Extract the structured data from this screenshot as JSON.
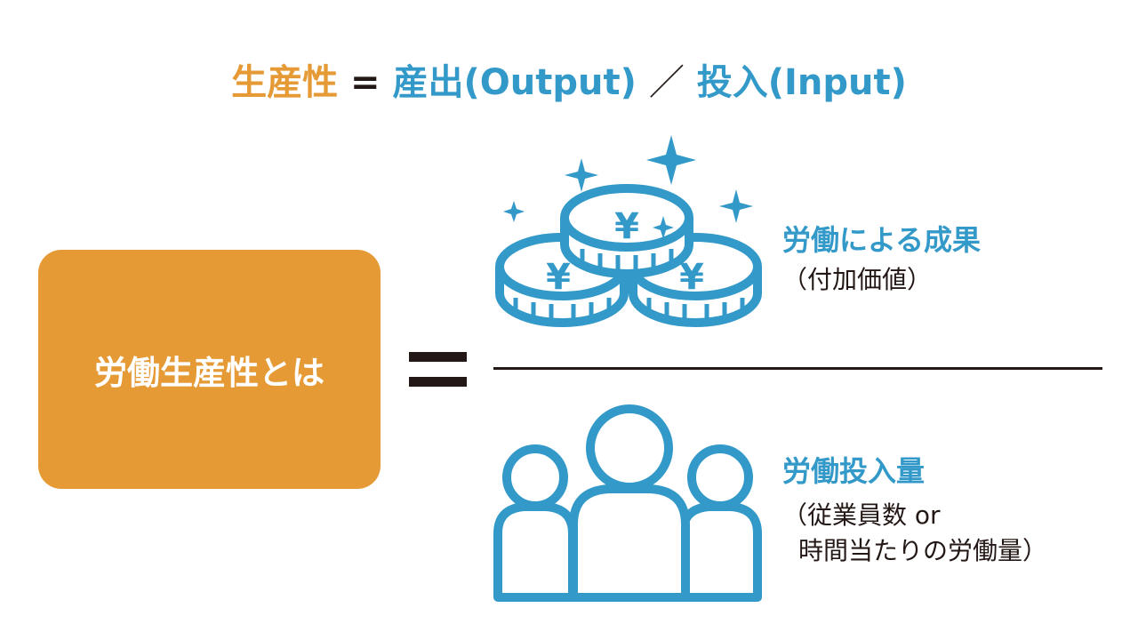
{
  "title": {
    "productivity": "生産性",
    "equals": "=",
    "output": "産出(Output)",
    "slash": "／",
    "input": "投入(Input)"
  },
  "box_label": "労働生産性とは",
  "numerator": {
    "label": "労働による成果",
    "sub": "（付加価値）",
    "icon": "yen-coins-icon"
  },
  "denominator": {
    "label": "労働投入量",
    "sub1": "（従業員数 or",
    "sub2": "時間当たりの労働量）",
    "icon": "people-icon"
  },
  "colors": {
    "orange": "#e59a35",
    "blue": "#3399c9",
    "dark": "#231815"
  }
}
